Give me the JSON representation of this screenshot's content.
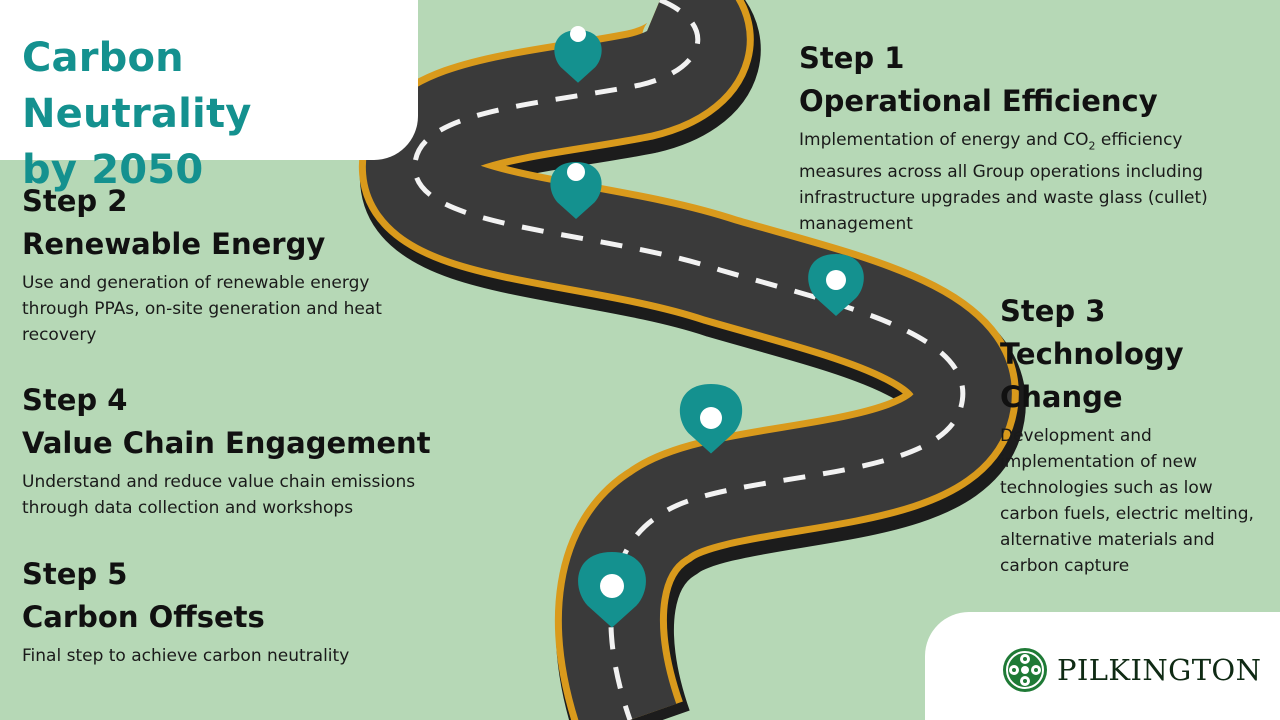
{
  "title": "Carbon Neutrality\nby 2050",
  "steps": [
    {
      "number": "Step 1",
      "heading": "Operational Efficiency",
      "description_pre": "Implementation of energy and CO",
      "description_sub": "2",
      "description_post": " efficiency measures across all Group operations including infrastructure upgrades and waste glass (cullet) management"
    },
    {
      "number": "Step 2",
      "heading": "Renewable Energy",
      "description": "Use and generation of renewable energy through PPAs, on-site generation and heat recovery"
    },
    {
      "number": "Step 3",
      "heading": "Technology Change",
      "description": "Development and implementation of new technologies such as low carbon fuels, electric melting, alternative materials and carbon capture"
    },
    {
      "number": "Step 4",
      "heading": "Value Chain Engagement",
      "description": "Understand and reduce value chain emissions through data collection and workshops"
    },
    {
      "number": "Step 5",
      "heading": "Carbon Offsets",
      "description": "Final step to achieve carbon neutrality"
    }
  ],
  "logo": {
    "text": "PILKINGTON",
    "icon": "pilkington-emblem"
  },
  "colors": {
    "background": "#b6d8b6",
    "accent": "#14918f",
    "road": "#3a3a3a",
    "road_edge": "#d99a1c",
    "pin": "#14918f",
    "logo_green": "#1f7a36"
  },
  "markers": {
    "count": 5,
    "icon": "map-pin-icon"
  }
}
